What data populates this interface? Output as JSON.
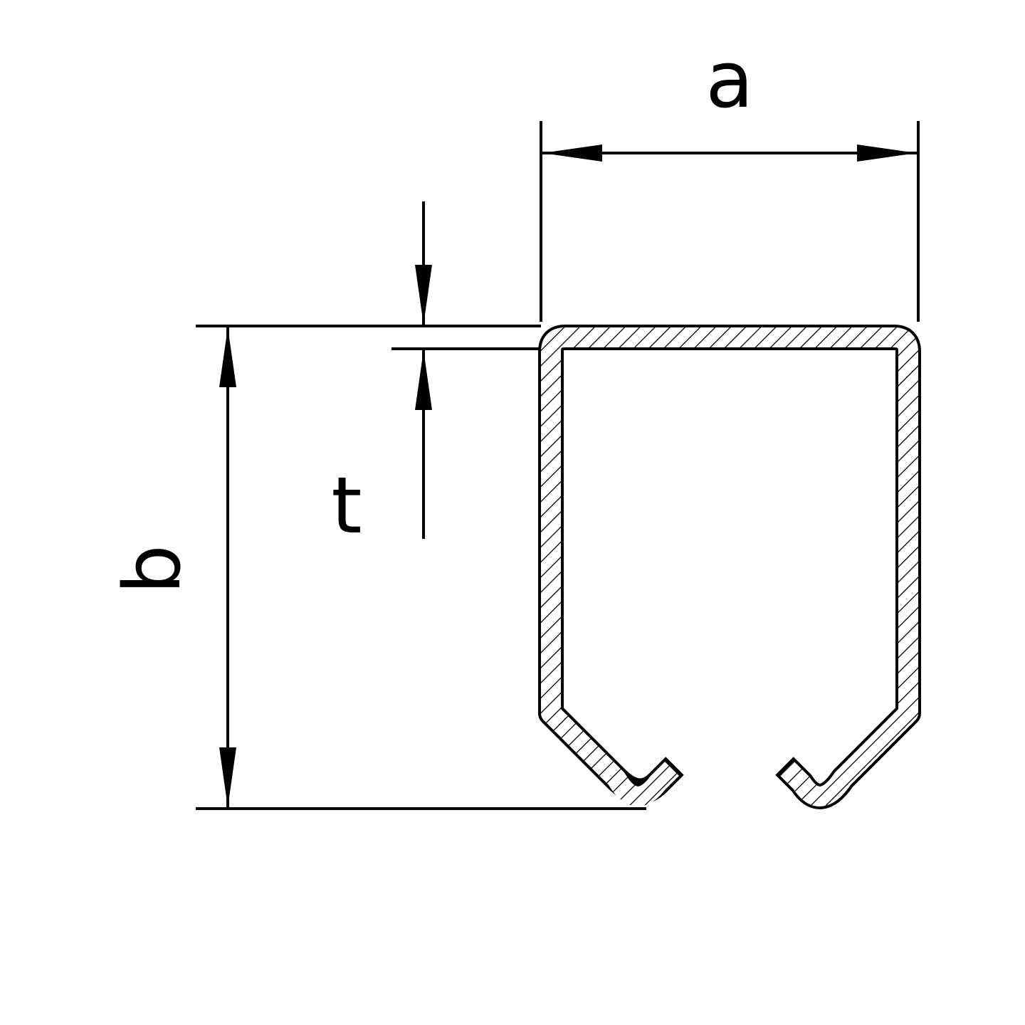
{
  "page": {
    "background_color": "#ffffff",
    "line_color": "#000000"
  },
  "drawing": {
    "kind": "cross-section technical drawing of C-shaped channel profile with hatched wall",
    "labels": {
      "width": "a",
      "height": "b",
      "thickness": "t"
    }
  }
}
